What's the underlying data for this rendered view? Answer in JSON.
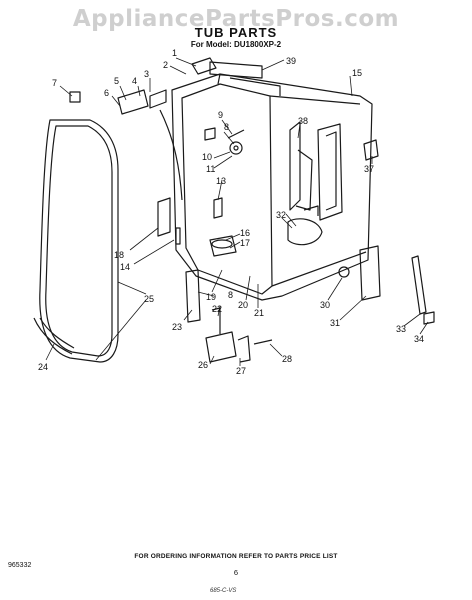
{
  "header": {
    "watermark": "AppliancePartsPros.com",
    "title": "TUB PARTS",
    "model": "For Model: DU1800XP-2"
  },
  "callouts": [
    "1",
    "2",
    "3",
    "4",
    "5",
    "6",
    "7",
    "8",
    "9",
    "10",
    "11",
    "13",
    "14",
    "15",
    "16",
    "17",
    "18",
    "19",
    "20",
    "21",
    "22",
    "23",
    "24",
    "25",
    "26",
    "27",
    "28",
    "30",
    "31",
    "32",
    "33",
    "34",
    "37",
    "38",
    "39",
    "8"
  ],
  "footer": {
    "ordering_note": "FOR ORDERING INFORMATION REFER TO PARTS PRICE LIST",
    "doc_number": "965332",
    "page_number": "6",
    "code": "685-C-VS"
  }
}
